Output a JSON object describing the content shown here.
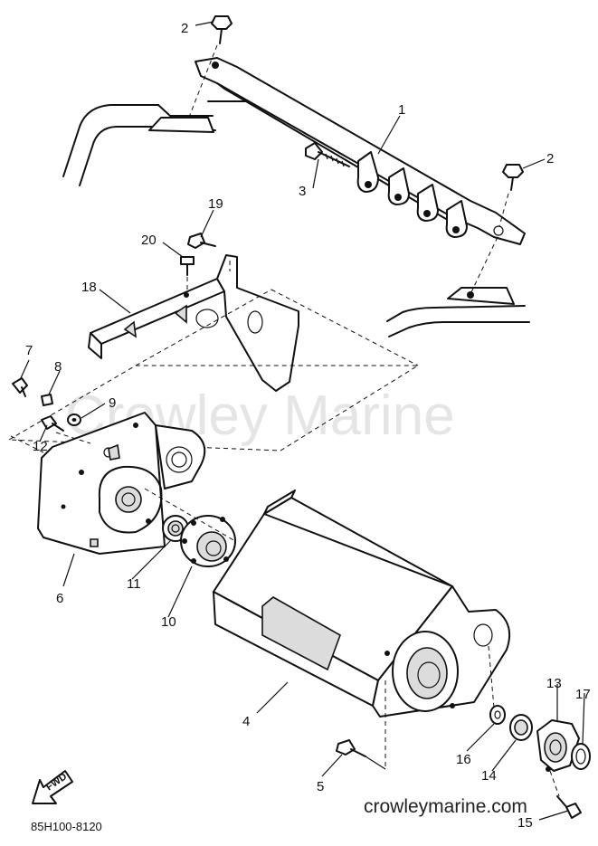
{
  "diagram_code": "85H100-8120",
  "watermark": "Crowley Marine",
  "website": "crowleymarine.com",
  "direction_label": "FWD",
  "callouts": [
    {
      "label": "1"
    },
    {
      "label": "2"
    },
    {
      "label": "2"
    },
    {
      "label": "3"
    },
    {
      "label": "4"
    },
    {
      "label": "5"
    },
    {
      "label": "6"
    },
    {
      "label": "7"
    },
    {
      "label": "8"
    },
    {
      "label": "9"
    },
    {
      "label": "10"
    },
    {
      "label": "11"
    },
    {
      "label": "12"
    },
    {
      "label": "13"
    },
    {
      "label": "14"
    },
    {
      "label": "15"
    },
    {
      "label": "16"
    },
    {
      "label": "17"
    },
    {
      "label": "18"
    },
    {
      "label": "19"
    },
    {
      "label": "20"
    }
  ]
}
